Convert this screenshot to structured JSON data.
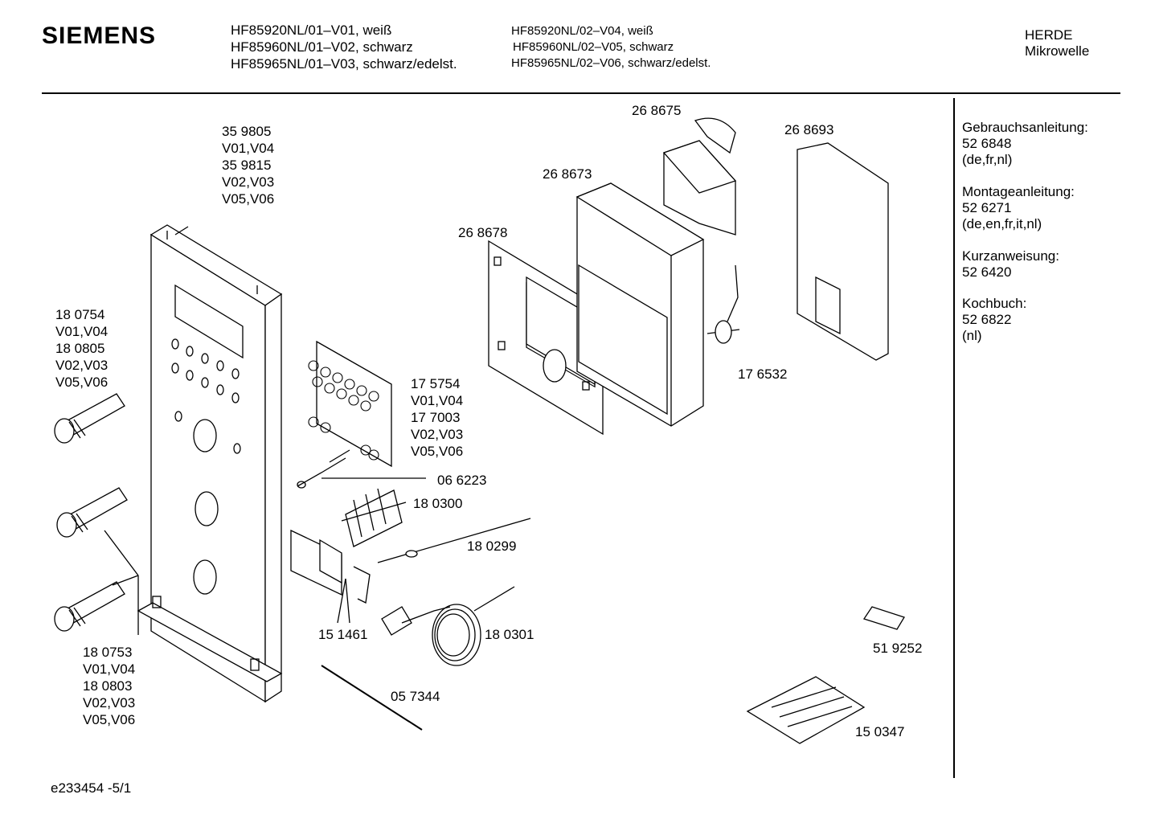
{
  "header": {
    "brand": "SIEMENS",
    "models_left": [
      "HF85920NL/01–V01, weiß",
      "HF85960NL/01–V02, schwarz",
      "HF85965NL/01–V03, schwarz/edelst."
    ],
    "models_right": [
      "HF85920NL/02–V04, weiß",
      "HF85960NL/02–V05, schwarz",
      "HF85965NL/02–V06, schwarz/edelst."
    ],
    "category": "HERDE",
    "subcategory": "Mikrowelle"
  },
  "parts": {
    "panel": [
      "35 9805",
      "V01,V04",
      "35 9815",
      "V02,V03",
      "V05,V06"
    ],
    "knob_top": [
      "18 0754",
      "V01,V04",
      "18 0805",
      "V02,V03",
      "V05,V06"
    ],
    "knob_bottom": [
      "18 0753",
      "V01,V04",
      "18 0803",
      "V02,V03",
      "V05,V06"
    ],
    "pcb": [
      "17 5754",
      "V01,V04",
      "17 7003",
      "V02,V03",
      "V05,V06"
    ],
    "p_268675": "26 8675",
    "p_268693": "26 8693",
    "p_268673": "26 8673",
    "p_268678": "26 8678",
    "p_176532": "17 6532",
    "p_066223": "06 6223",
    "p_180300": "18 0300",
    "p_180299": "18 0299",
    "p_151461": "15 1461",
    "p_180301": "18 0301",
    "p_057344": "05 7344",
    "p_519252": "51 9252",
    "p_150347": "15 0347"
  },
  "sidebar": {
    "docs": [
      {
        "title": "Gebrauchsanleitung:",
        "number": "52 6848",
        "langs": "(de,fr,nl)"
      },
      {
        "title": "Montageanleitung:",
        "number": "52 6271",
        "langs": "(de,en,fr,it,nl)"
      },
      {
        "title": "Kurzanweisung:",
        "number": "52 6420",
        "langs": ""
      },
      {
        "title": "Kochbuch:",
        "number": "52 6822",
        "langs": "(nl)"
      }
    ]
  },
  "footer": {
    "drawing_id": "e233454 -5/1"
  }
}
